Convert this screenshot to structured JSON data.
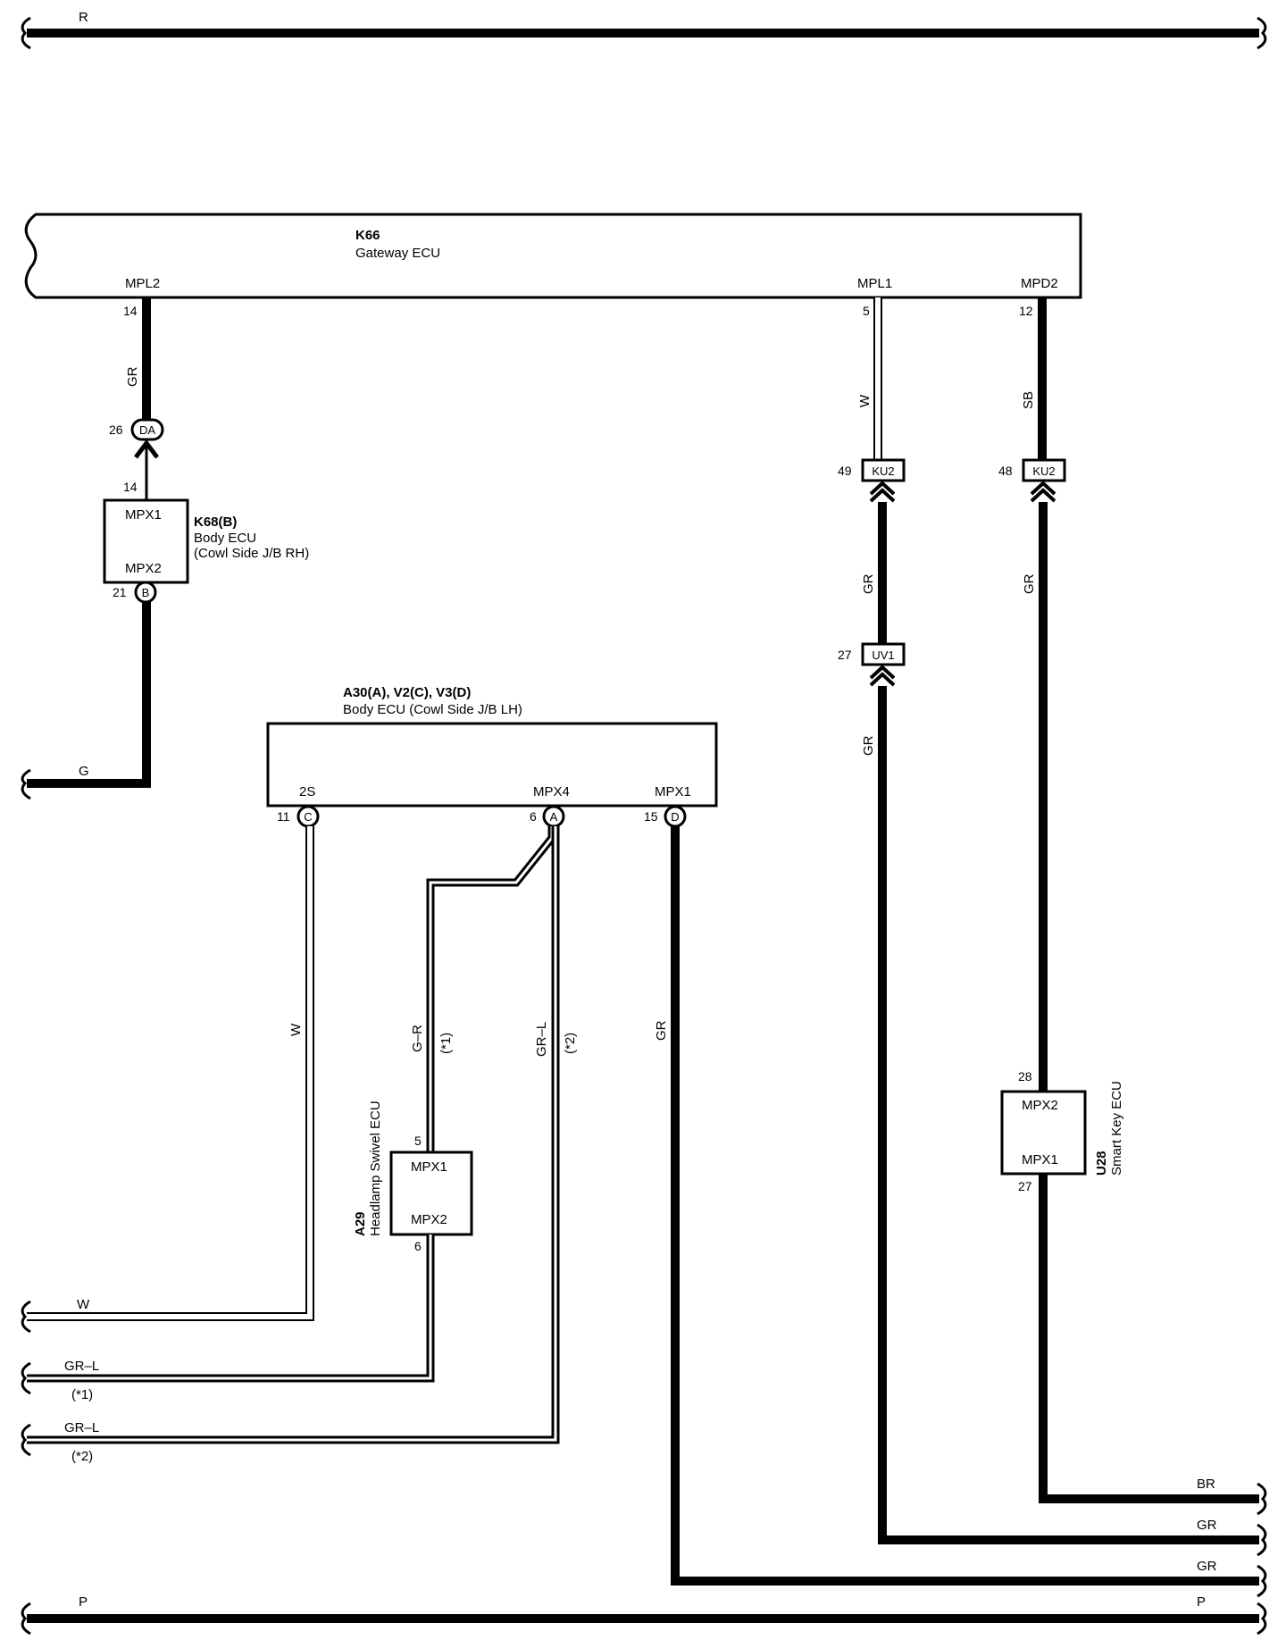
{
  "rails": {
    "top_left_label": "R",
    "bottom_left_label": "P",
    "bottom_right_label": "P"
  },
  "gateway_ecu": {
    "code": "K66",
    "name": "Gateway ECU",
    "pins": [
      {
        "label": "MPL2",
        "number": "14"
      },
      {
        "label": "MPL1",
        "number": "5"
      },
      {
        "label": "MPD2",
        "number": "12"
      }
    ]
  },
  "body_ecu_rh": {
    "code": "K68(B)",
    "name": "Body ECU",
    "location": "(Cowl Side J/B RH)",
    "top_label": "MPX1",
    "bottom_label": "MPX2",
    "top_pin": "14",
    "bottom_pin": "21",
    "bottom_connector": "B"
  },
  "body_ecu_lh": {
    "code": "A30(A), V2(C), V3(D)",
    "name": "Body ECU (Cowl Side J/B LH)",
    "pins": [
      {
        "label": "2S",
        "number": "11",
        "connector": "C"
      },
      {
        "label": "MPX4",
        "number": "6",
        "connector": "A"
      },
      {
        "label": "MPX1",
        "number": "15",
        "connector": "D"
      }
    ]
  },
  "headlamp_ecu": {
    "code": "A29",
    "name": "Headlamp Swivel ECU",
    "top_label": "MPX1",
    "bottom_label": "MPX2",
    "top_pin": "5",
    "bottom_pin": "6"
  },
  "smart_key_ecu": {
    "code": "U28",
    "name": "Smart Key ECU",
    "top_label": "MPX2",
    "bottom_label": "MPX1",
    "top_pin": "28",
    "bottom_pin": "27"
  },
  "junctions": {
    "da": {
      "pin": "26",
      "label": "DA"
    },
    "ku2_left": {
      "pin": "49",
      "label": "KU2"
    },
    "ku2_right": {
      "pin": "48",
      "label": "KU2"
    },
    "uv1": {
      "pin": "27",
      "label": "UV1"
    }
  },
  "wire_colors": {
    "mpl2_upper": "GR",
    "mpl1_upper": "W",
    "mpd2_upper": "SB",
    "ku2_left_lower": "GR",
    "uv1_lower": "GR",
    "ku2_right_lower": "GR",
    "left_g": "G",
    "two_s": "W",
    "mpx4_a": "G–R",
    "mpx4_a_note": "(*1)",
    "mpx4_b": "GR–L",
    "mpx4_b_note": "(*2)",
    "mpx1_d": "GR"
  },
  "left_exits": [
    {
      "label": "W"
    },
    {
      "label": "GR–L",
      "note": "(*1)"
    },
    {
      "label": "GR–L",
      "note": "(*2)"
    }
  ],
  "right_exits": [
    {
      "label": "BR"
    },
    {
      "label": "GR"
    },
    {
      "label": "GR"
    }
  ]
}
